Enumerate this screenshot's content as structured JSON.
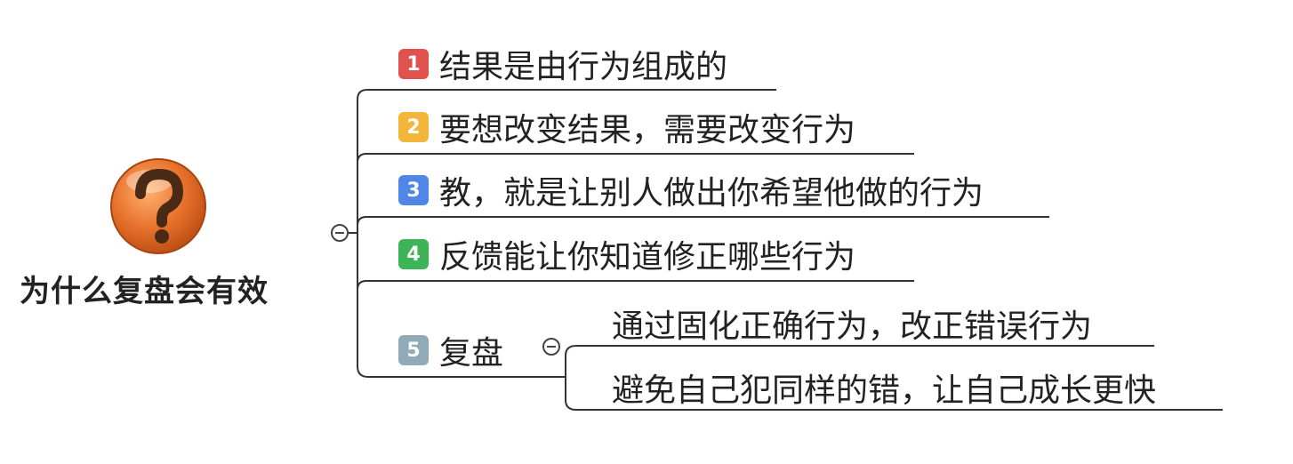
{
  "root": {
    "title": "为什么复盘会有效",
    "icon": "question-mark-icon",
    "icon_color": "#e8722c"
  },
  "branches": [
    {
      "num": "1",
      "label": "结果是由行为组成的",
      "color": "#e0524d"
    },
    {
      "num": "2",
      "label": "要想改变结果，需要改变行为",
      "color": "#f3b53a"
    },
    {
      "num": "3",
      "label": "教，就是让别人做出你希望他做的行为",
      "color": "#4f86e8"
    },
    {
      "num": "4",
      "label": "反馈能让你知道修正哪些行为",
      "color": "#3cb457"
    },
    {
      "num": "5",
      "label": "复盘",
      "color": "#90aab8",
      "children": [
        {
          "label": "通过固化正确行为，改正错误行为"
        },
        {
          "label": "避免自己犯同样的错，让自己成长更快"
        }
      ]
    }
  ],
  "line_color": "#333333"
}
